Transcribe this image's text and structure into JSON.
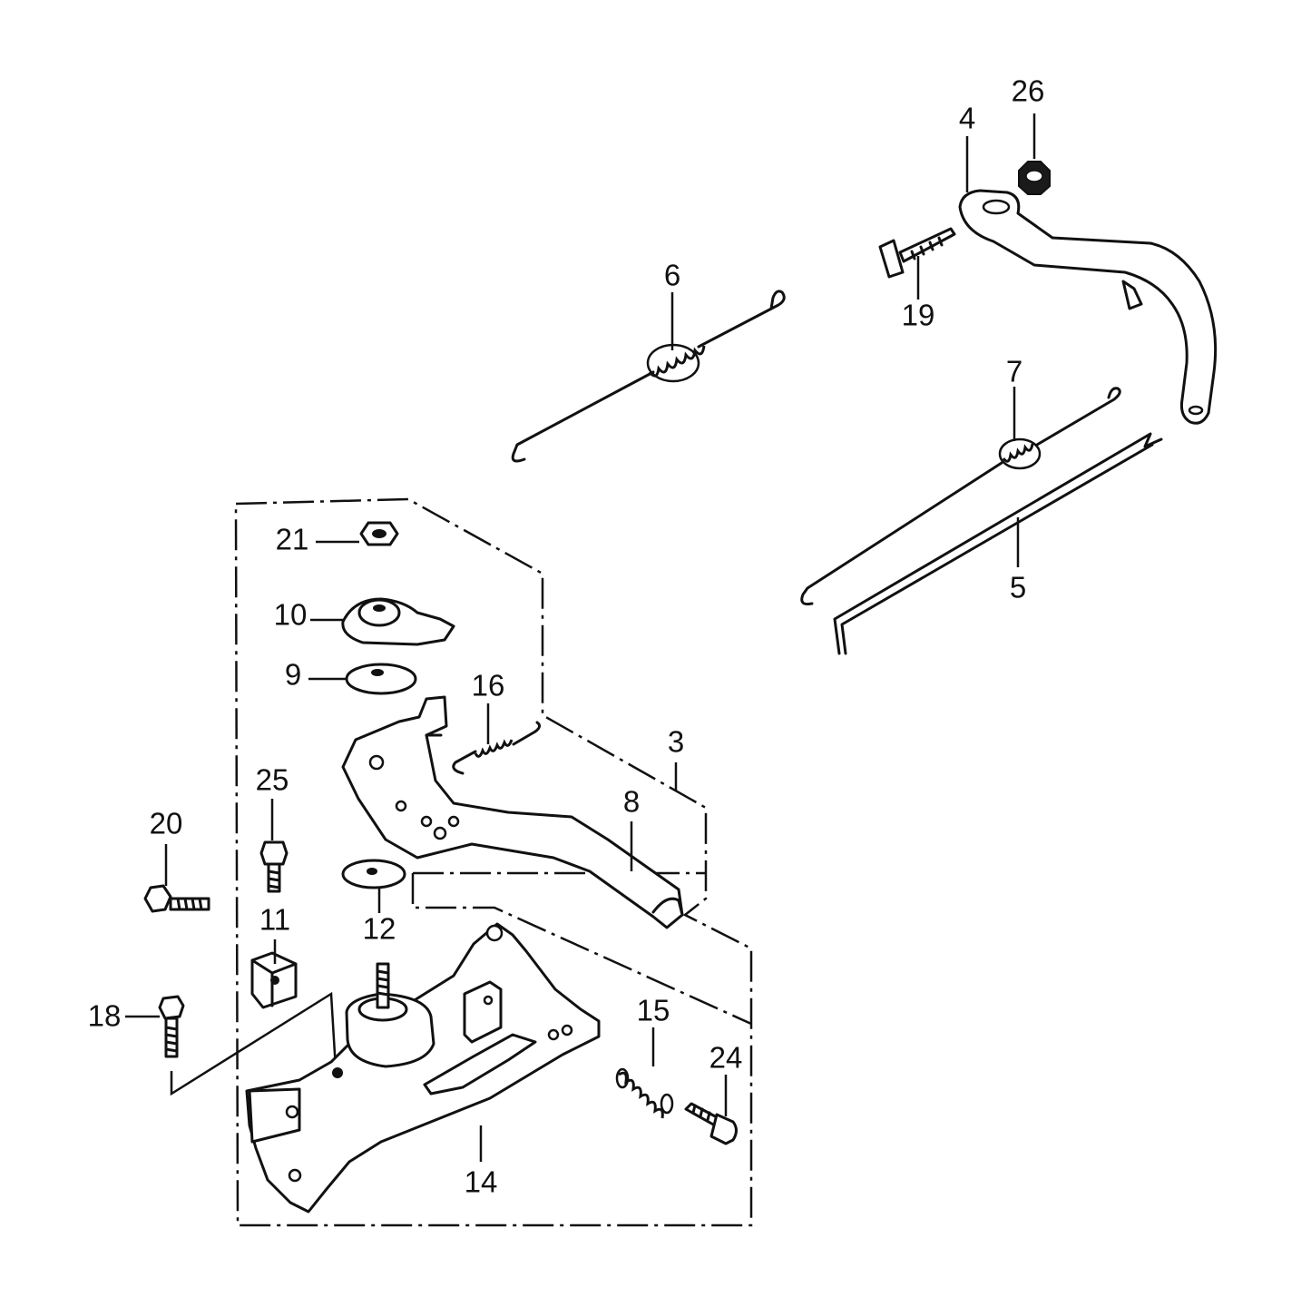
{
  "callouts": [
    "26",
    "4",
    "19",
    "6",
    "7",
    "5",
    "21",
    "10",
    "9",
    "16",
    "3",
    "8",
    "25",
    "20",
    "12",
    "11",
    "18",
    "15",
    "24",
    "14"
  ],
  "line_color": "#111111",
  "background_color": "#ffffff"
}
